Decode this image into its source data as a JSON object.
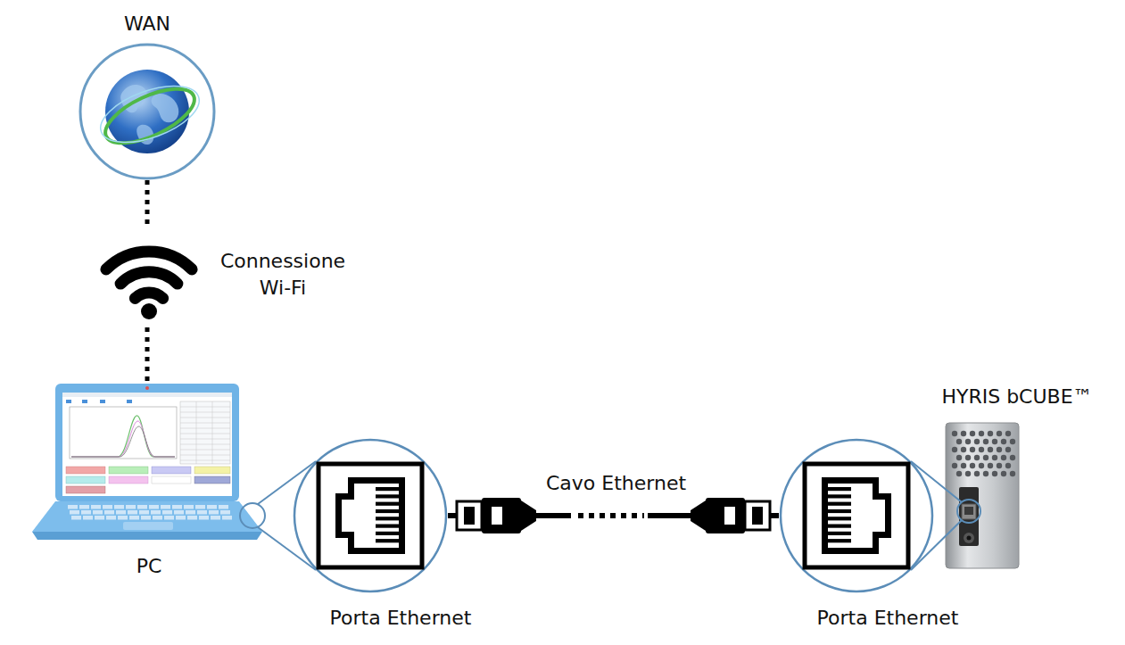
{
  "diagram": {
    "nodes": [
      {
        "text": [
          "WAN"
        ]
      },
      {
        "text": [
          "PC"
        ]
      },
      {
        "text": [
          "Porta Ethernet"
        ]
      },
      {
        "text": [
          "Porta Ethernet"
        ]
      },
      {
        "text": [
          "HYRIS bCUBE™"
        ]
      }
    ],
    "edges": [
      {
        "from": 0,
        "to": 1,
        "arrow": "none",
        "label": "Connessione Wi-Fi"
      },
      {
        "from": 2,
        "to": 3,
        "arrow": "none",
        "label": "Cavo Ethernet"
      }
    ]
  }
}
